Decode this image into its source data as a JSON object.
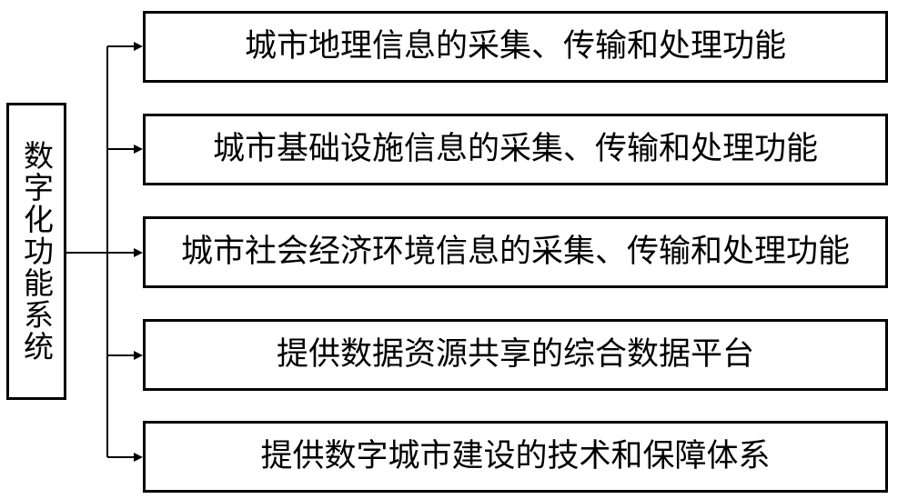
{
  "root": {
    "label": "数字化功能系统"
  },
  "items": [
    {
      "label": "城市地理信息的采集、传输和处理功能"
    },
    {
      "label": "城市基础设施信息的采集、传输和处理功能"
    },
    {
      "label": "城市社会经济环境信息的采集、传输和处理功能"
    },
    {
      "label": "提供数据资源共享的综合数据平台"
    },
    {
      "label": "提供数字城市建设的技术和保障体系"
    }
  ],
  "colors": {
    "line": "#000000",
    "background": "#ffffff"
  }
}
